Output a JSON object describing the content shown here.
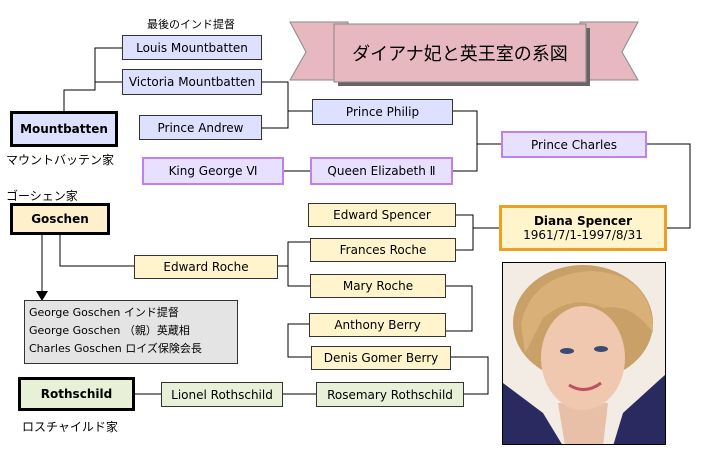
{
  "title": "ダイアナ妃と英王室の系図",
  "note_india": "最後のインド提督",
  "families": {
    "mountbatten": {
      "name": "Mountbatten",
      "caption": "マウントバッテン家"
    },
    "goschen": {
      "name": "Goschen",
      "caption": "ゴーシェン家"
    },
    "rothschild": {
      "name": "Rothschild",
      "caption": "ロスチャイルド家"
    }
  },
  "persons": {
    "louis_mountbatten": "Louis Mountbatten",
    "victoria_mountbatten": "Victoria Mountbatten",
    "prince_andrew": "Prince Andrew",
    "prince_philip": "Prince Philip",
    "king_george": "King George Ⅵ",
    "queen_elizabeth": "Queen Elizabeth Ⅱ",
    "prince_charles": "Prince Charles",
    "edward_spencer": "Edward Spencer",
    "frances_roche": "Frances Roche",
    "edward_roche": "Edward Roche",
    "mary_roche": "Mary Roche",
    "anthony_berry": "Anthony Berry",
    "denis_gomer_berry": "Denis Gomer Berry",
    "lionel_rothschild": "Lionel Rothschild",
    "rosemary_rothschild": "Rosemary Rothschild"
  },
  "diana": {
    "name": "Diana Spencer",
    "dates": "1961/7/1-1997/8/31"
  },
  "goschen_members": [
    "George Goschen インド提督",
    "George Goschen （親）英蔵相",
    "Charles Goschen ロイズ保険会長"
  ],
  "colors": {
    "royal_box": "#dde0ff",
    "charles_border": "#c080f0",
    "spencer_box": "#fff4cc",
    "rothschild_box": "#e8f0d8",
    "diana_border": "#f0a020",
    "banner": "#e8b8c0"
  }
}
